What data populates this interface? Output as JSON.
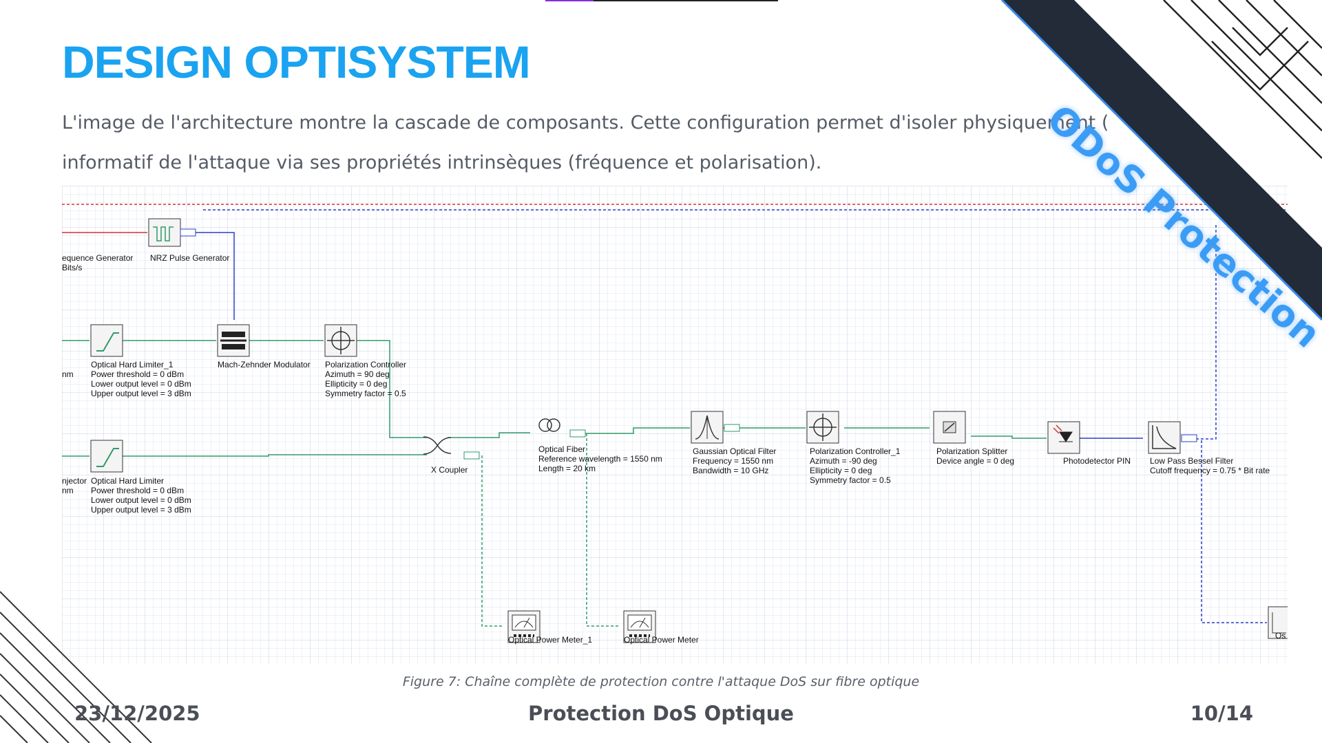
{
  "slide": {
    "title": "DESIGN OPTISYSTEM",
    "intro": "L'image de l'architecture montre la cascade de composants. Cette configuration permet d'isoler physiquement ( informatif de l'attaque via ses propriétés intrinsèques (fréquence et polarisation).",
    "ribbon_text": "ODoS Protection",
    "caption": "Figure 7: Chaîne complète de protection contre l'attaque DoS sur fibre optique",
    "footer": {
      "date": "23/12/2025",
      "center": "Protection DoS Optique",
      "page": "10/14"
    }
  },
  "diagram": {
    "components": {
      "seq_gen": [
        "equence Generator",
        "Bits/s"
      ],
      "nrz": [
        "NRZ Pulse Generator"
      ],
      "left_nm_1": [
        "nm"
      ],
      "ohl1": [
        "Optical Hard Limiter_1",
        "Power threshold = 0  dBm",
        "Lower output level = 0  dBm",
        "Upper output level = 3  dBm"
      ],
      "mzm": [
        "Mach-Zehnder Modulator"
      ],
      "pc": [
        "Polarization Controller",
        "Azimuth = 90  deg",
        "Ellipticity = 0  deg",
        "Symmetry factor = 0.5"
      ],
      "left_inj": [
        "njector",
        "nm"
      ],
      "ohl": [
        "Optical Hard Limiter",
        "Power threshold = 0  dBm",
        "Lower output level = 0  dBm",
        "Upper output level = 3  dBm"
      ],
      "xc": [
        "X Coupler"
      ],
      "fiber": [
        "Optical Fiber",
        "Reference wavelength = 1550  nm",
        "Length = 20  km"
      ],
      "gof": [
        "Gaussian Optical Filter",
        "Frequency = 1550  nm",
        "Bandwidth = 10  GHz"
      ],
      "pc1": [
        "Polarization Controller_1",
        "Azimuth = -90  deg",
        "Ellipticity = 0  deg",
        "Symmetry factor = 0.5"
      ],
      "ps": [
        "Polarization Splitter",
        "Device angle = 0  deg"
      ],
      "pin": [
        "Photodetector PIN"
      ],
      "lpb": [
        "Low Pass Bessel Filter",
        "Cutoff frequency = 0.75 * Bit rate"
      ],
      "opm1": [
        "Optical Power Meter_1"
      ],
      "opm": [
        "Optical Power Meter"
      ],
      "osc": [
        "Os"
      ]
    }
  }
}
